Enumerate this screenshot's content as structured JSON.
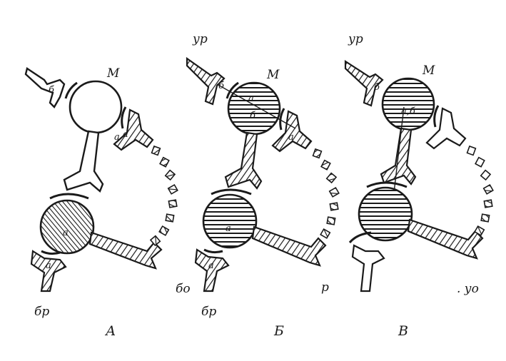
{
  "panels": [
    {
      "caption": "А",
      "labels": {
        "m": "М",
        "b_top": "б",
        "a_right": "а",
        "a_right2": "а",
        "a_center": "а",
        "a_bottom": "а",
        "bottom_left": "бр"
      }
    },
    {
      "caption": "Б",
      "labels": {
        "top_left": "ур",
        "m": "М",
        "b_top": "б",
        "a_m": "а",
        "b_m": "б",
        "a_right": "а",
        "a_center": "а",
        "a_bottom": "а",
        "left_bottom": "бо",
        "bottom_left": "бр",
        "right_bottom": "р"
      }
    },
    {
      "caption": "В",
      "labels": {
        "top_left": "ур",
        "m": "М",
        "b_top": "б",
        "ab_m": "а,б",
        "right_bottom": ". уо"
      }
    }
  ],
  "colors": {
    "ink": "#1a1a1a",
    "paper": "#ffffff"
  }
}
